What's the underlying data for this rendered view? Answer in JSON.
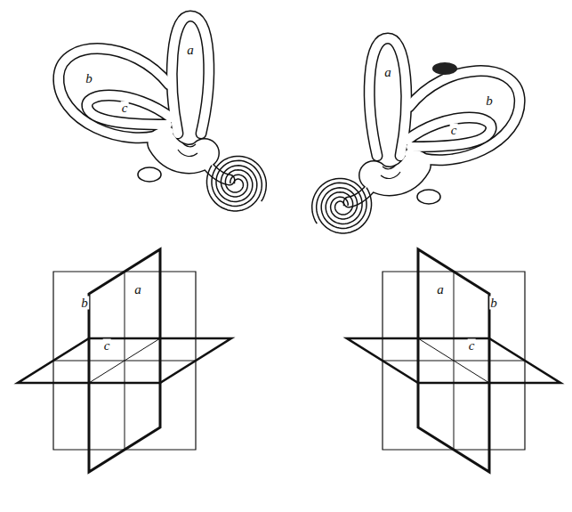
{
  "diagram": {
    "labels": [
      "a",
      "b",
      "c",
      "a",
      "c",
      "b",
      "b",
      "a",
      "c",
      "a",
      "b",
      "c"
    ]
  }
}
